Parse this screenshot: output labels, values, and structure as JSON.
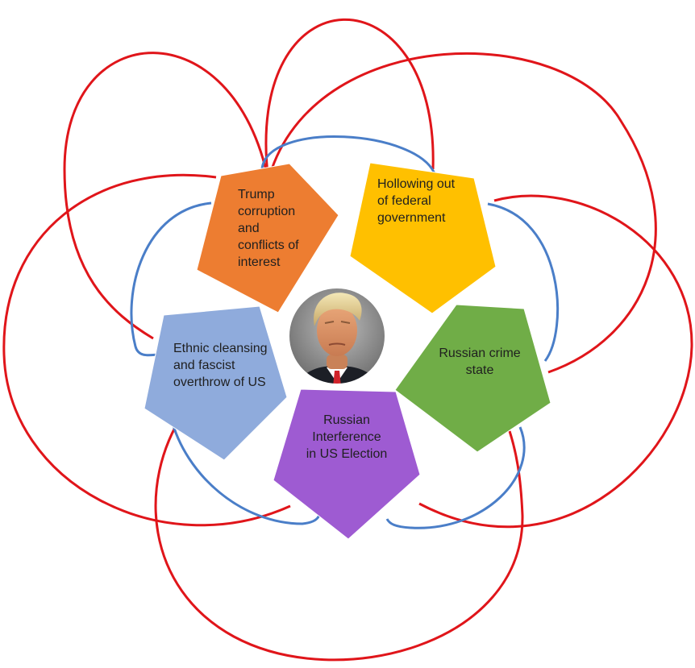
{
  "nodes": [
    {
      "id": "trump-corruption",
      "lines": [
        "Trump",
        "corruption",
        "and",
        "conflicts of",
        "interest"
      ],
      "color": "#ed7d31"
    },
    {
      "id": "hollowing-out",
      "lines": [
        "Hollowing out",
        "of federal",
        "government"
      ],
      "color": "#ffc000"
    },
    {
      "id": "russian-crime-state",
      "lines": [
        "Russian crime",
        "state"
      ],
      "color": "#70ad47"
    },
    {
      "id": "russian-interference",
      "lines": [
        "Russian",
        "Interference",
        "in US Election"
      ],
      "color": "#9e5bd2"
    },
    {
      "id": "ethnic-cleansing",
      "lines": [
        "Ethnic cleansing",
        "and fascist",
        "overthrow of US"
      ],
      "color": "#8fabdc"
    }
  ],
  "center_image": {
    "subject": "portrait-photo"
  },
  "colors": {
    "outer_arcs": "#e0151a",
    "inner_links": "#4a7ec8",
    "pentagon_stroke": "#ffffff"
  }
}
